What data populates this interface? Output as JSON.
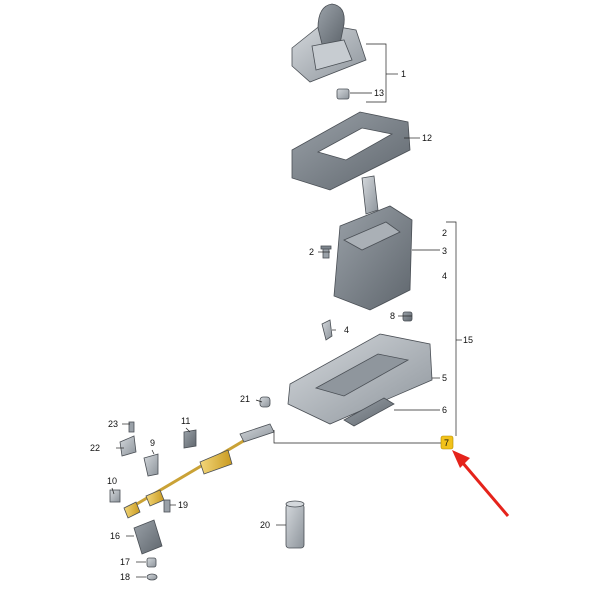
{
  "labels": {
    "p1": "1",
    "p2a": "2",
    "p2b": "2",
    "p3": "3",
    "p4a": "4",
    "p4b": "4",
    "p5": "5",
    "p6": "6",
    "p7": "7",
    "p8": "8",
    "p9": "9",
    "p10": "10",
    "p11": "11",
    "p12": "12",
    "p13": "13",
    "p15": "15",
    "p16": "16",
    "p17": "17",
    "p18": "18",
    "p19": "19",
    "p20": "20",
    "p21": "21",
    "p22": "22",
    "p23": "23"
  },
  "colors": {
    "part_fill": "#b8bec5",
    "part_dark": "#7e868e",
    "cable_gold": "#e8c24a",
    "highlight_badge": "#f2c21b",
    "arrow": "#e5231b"
  }
}
